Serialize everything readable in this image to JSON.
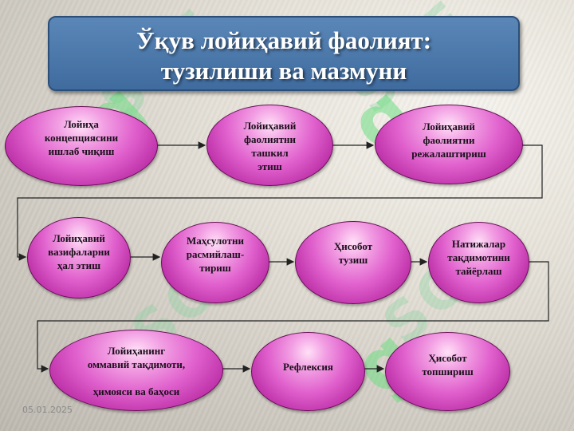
{
  "title": "Ўқув лойиҳавий фаолият:\nтузилиши ва мазмуни",
  "nodes": [
    {
      "id": "n1",
      "label": "Лойиҳа\nконцепциясини\nишлаб чиқиш"
    },
    {
      "id": "n2",
      "label": "Лойиҳавий\nфаолиятни\nташкил\nэтиш"
    },
    {
      "id": "n3",
      "label": "Лойиҳавий\nфаолиятни\nрежалаштириш"
    },
    {
      "id": "n4",
      "label": "Лойиҳавий\nвазифаларни\nҳал этиш"
    },
    {
      "id": "n5",
      "label": "Маҳсулотни\nрасмийлаш-\nтириш"
    },
    {
      "id": "n6",
      "label": "Ҳисобот\nтузиш"
    },
    {
      "id": "n7",
      "label": "Натижалар\nтақдимотини\nтайёрлаш"
    },
    {
      "id": "n8",
      "label": "Лойиҳанинг\nоммавий тақдимоти,\n\nҳимояси ва баҳоси"
    },
    {
      "id": "n9",
      "label": "Рефлексия"
    },
    {
      "id": "n10",
      "label": "Ҳисобот\nтопшириш"
    }
  ],
  "date": "05.01.2025",
  "watermark": "SOF",
  "colors": {
    "title_bg": "#4a78ab",
    "node_fill": "#e060cd",
    "node_border": "#6a0f58",
    "arrow": "#222222"
  }
}
